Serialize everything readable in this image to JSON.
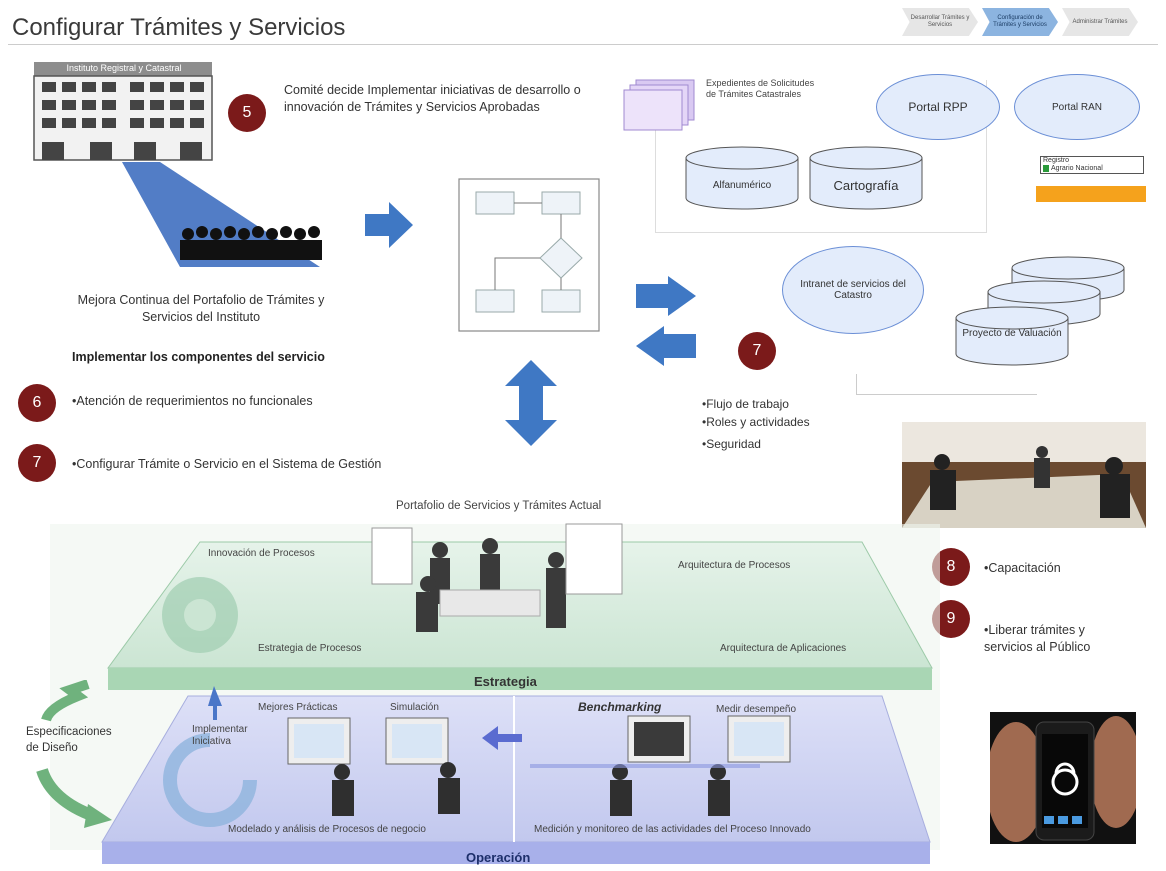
{
  "title": "Configurar Trámites y Servicios",
  "process_steps": [
    {
      "label": "Desarrollar Trámites y Servicios",
      "active": false
    },
    {
      "label": "Configuración de Trámites y Servicios",
      "active": true
    },
    {
      "label": "Administrar Trámites",
      "active": false
    }
  ],
  "building_label": "Instituto Registral y Catastral",
  "step5": {
    "number": "5",
    "text": "Comité decide Implementar iniciativas de desarrollo o innovación de Trámites y Servicios Aprobadas"
  },
  "mejora": "Mejora Continua del Portafolio de Trámites y Servicios del Instituto",
  "implementar_heading": "Implementar los componentes del servicio",
  "step6": {
    "number": "6",
    "text": "•Atención de requerimientos no funcionales"
  },
  "step7a": {
    "number": "7",
    "text": "•Configurar Trámite o Servicio en el Sistema de Gestión"
  },
  "systems": {
    "expedientes": "Expedientes de Solicitudes de Trámites Catastrales",
    "alfanumerico": "Alfanumérico",
    "cartografia": "Cartografía",
    "portal_rpp": "Portal RPP",
    "portal_ran": "Portal RAN",
    "intranet": "Intranet de servicios del Catastro",
    "proyecto": "Proyecto de Valuación",
    "legend_1": "Registro",
    "legend_2": "Agrario Nacional"
  },
  "step7b": {
    "number": "7",
    "items": [
      "•Flujo de trabajo",
      "•Roles y actividades",
      "•Seguridad"
    ]
  },
  "step8": {
    "number": "8",
    "text": "•Capacitación"
  },
  "step9": {
    "number": "9",
    "text": "•Liberar trámites y servicios al Público"
  },
  "portfolio_title": "Portafolio de Servicios y Trámites Actual",
  "top_platform": {
    "innovacion": "Innovación de Procesos",
    "arquitectura_procesos": "Arquitectura de Procesos",
    "estrategia_procesos": "Estrategia de Procesos",
    "arquitectura_aplicaciones": "Arquitectura de Aplicaciones",
    "label": "Estrategia"
  },
  "bottom_platform": {
    "mejores": "Mejores Prácticas",
    "simulacion": "Simulación",
    "benchmarking": "Benchmarking",
    "medir": "Medir desempeño",
    "implementar": "Implementar Iniciativa",
    "modelado": "Modelado y análisis de Procesos de negocio",
    "medicion": "Medición y monitoreo de las actividades del Proceso Innovado",
    "label": "Operación"
  },
  "especificaciones": "Especificaciones de Diseño",
  "colors": {
    "badge": "#7b1a1a",
    "arrow": "#3f78c4",
    "platform_top": "#cfe6d6",
    "platform_bottom": "#c9cdf0",
    "cloud": "#e3ecfb"
  }
}
